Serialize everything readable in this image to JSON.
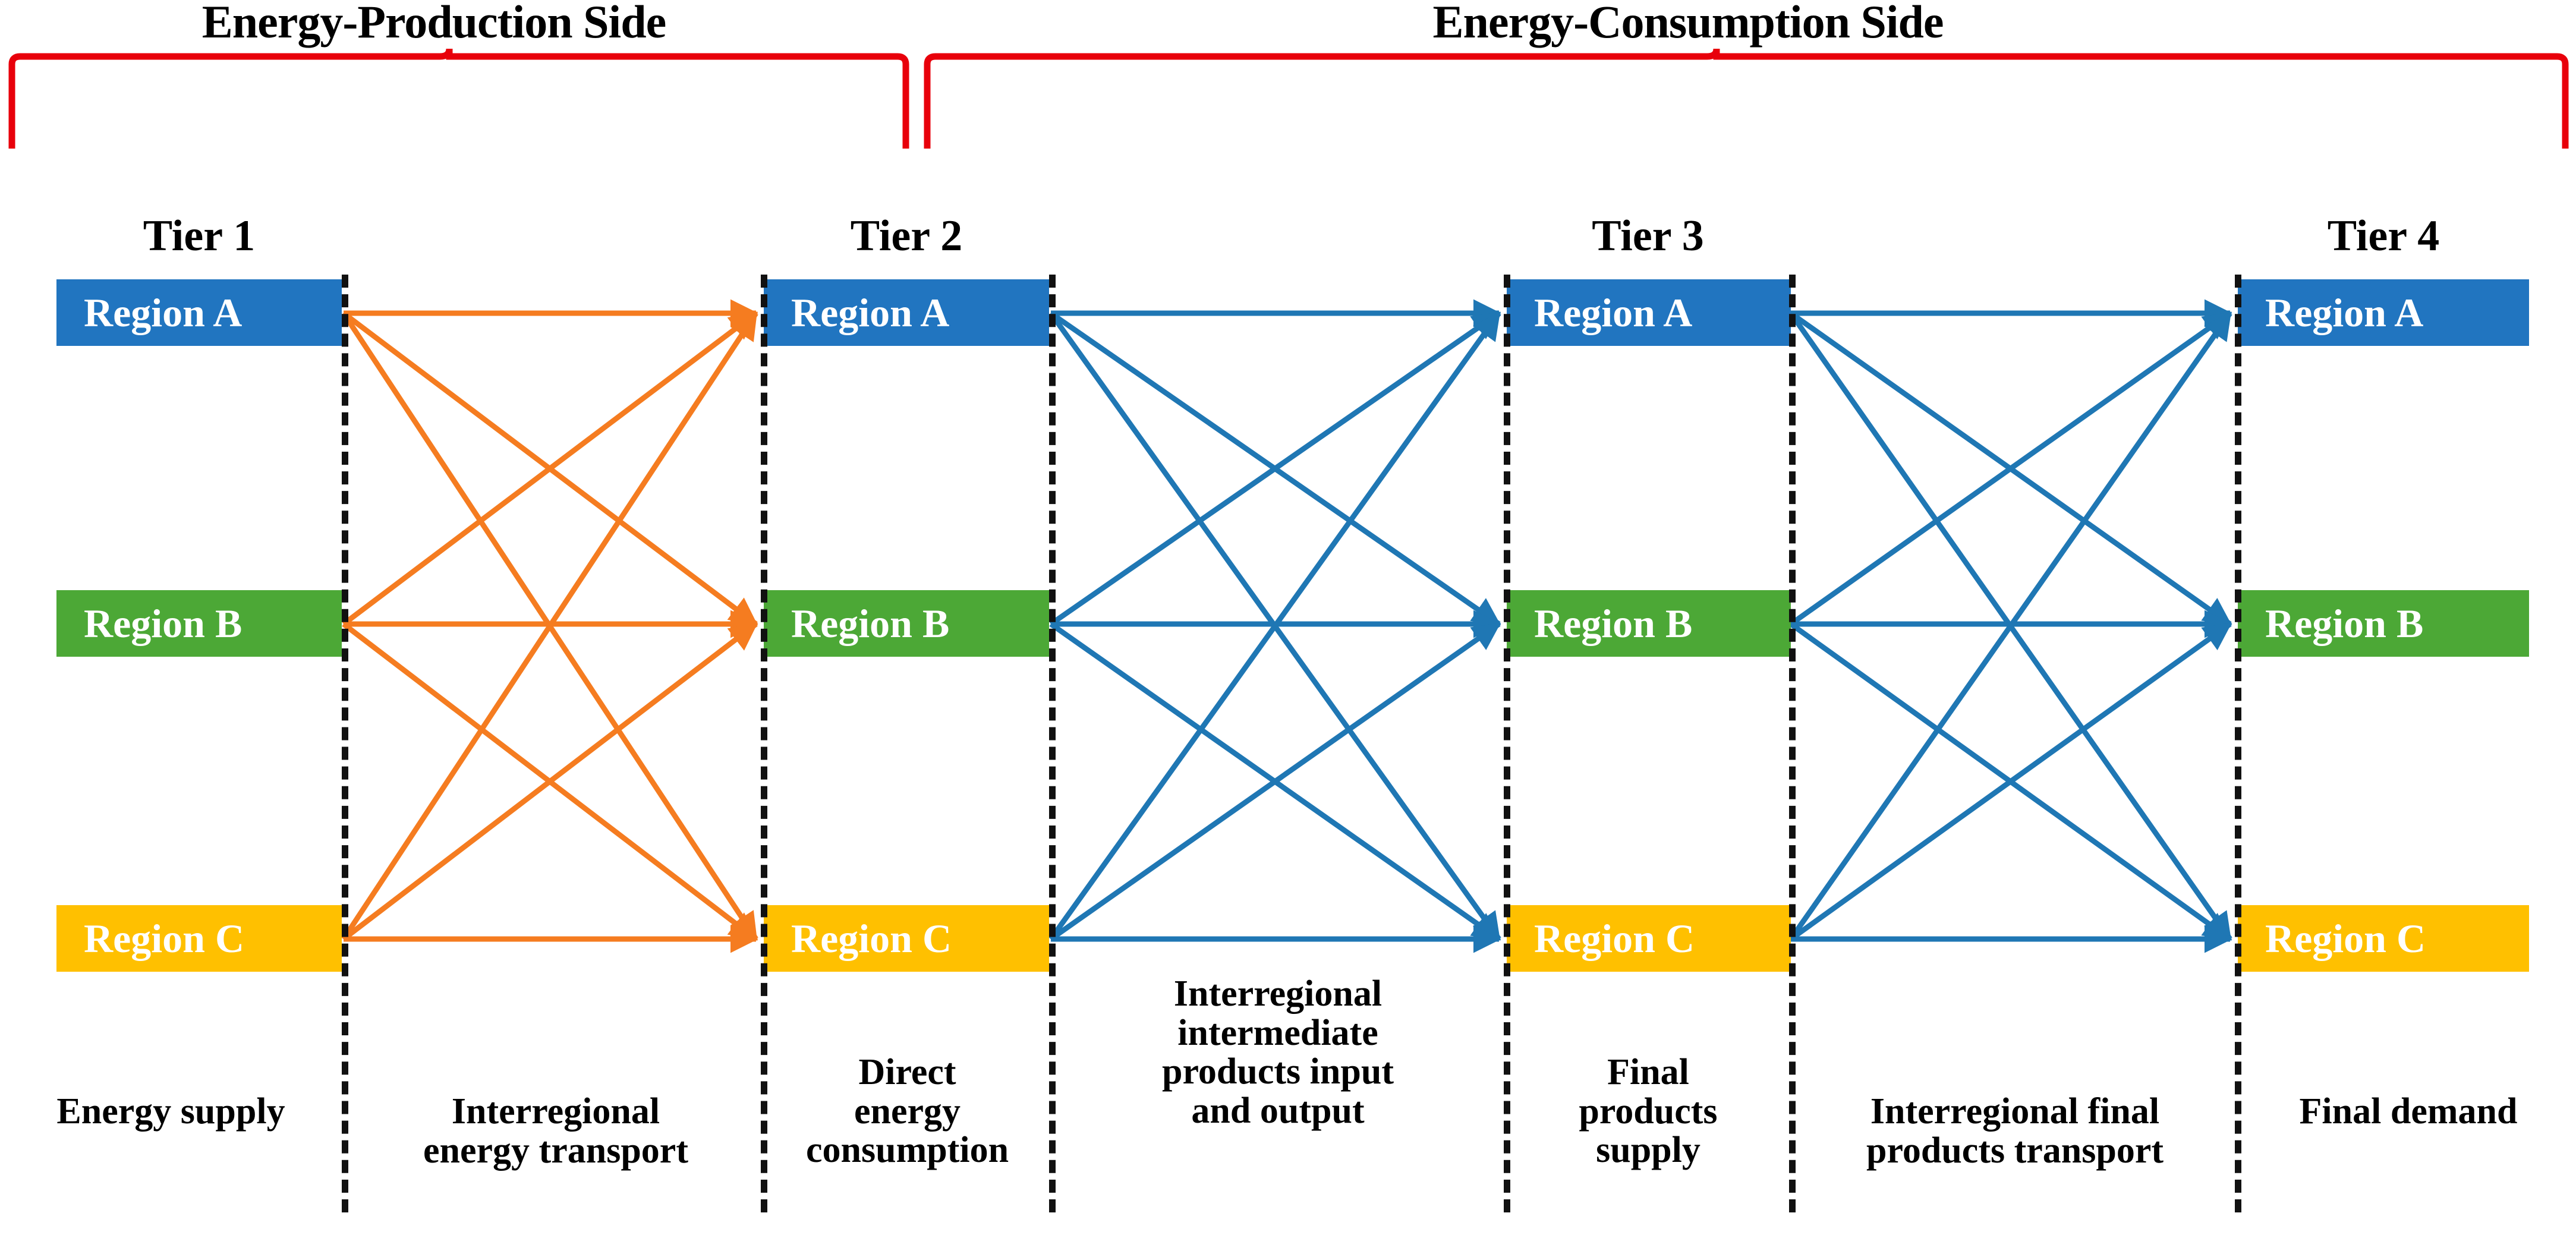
{
  "headers": {
    "production_side": "Energy-Production Side",
    "consumption_side": "Energy-Consumption Side"
  },
  "tiers": [
    {
      "id": "tier1",
      "title": "Tier 1",
      "regions": [
        "Region A",
        "Region B",
        "Region C"
      ]
    },
    {
      "id": "tier2",
      "title": "Tier 2",
      "regions": [
        "Region A",
        "Region B",
        "Region C"
      ]
    },
    {
      "id": "tier3",
      "title": "Tier 3",
      "regions": [
        "Region A",
        "Region B",
        "Region C"
      ]
    },
    {
      "id": "tier4",
      "title": "Tier 4",
      "regions": [
        "Region A",
        "Region B",
        "Region C"
      ]
    }
  ],
  "footers": [
    {
      "id": "energy-supply",
      "text": "Energy supply"
    },
    {
      "id": "interregional-energy-transport",
      "line1": "Interregional",
      "line2": "energy transport"
    },
    {
      "id": "direct-energy-consumption",
      "line1": "Direct",
      "line2": "energy",
      "line3": "consumption"
    },
    {
      "id": "interregional-intermediate-products",
      "line1": "Interregional",
      "line2": "intermediate",
      "line3": "products input",
      "line4": "and output"
    },
    {
      "id": "final-products-supply",
      "line1": "Final",
      "line2": "products",
      "line3": "supply"
    },
    {
      "id": "interregional-final-products-transport",
      "line1": "Interregional final",
      "line2": "products transport"
    },
    {
      "id": "final-demand",
      "text": "Final demand"
    }
  ],
  "colors": {
    "region_a": "#2175C0",
    "region_b": "#4CA836",
    "region_c": "#FFC000",
    "arrow_energy": "#F57C20",
    "arrow_products": "#1F77B4",
    "bracket": "#E8000B",
    "divider": "#111111"
  },
  "flows": [
    {
      "id": "tier1-to-tier2",
      "color": "#F57C20",
      "from_tier": "tier1",
      "to_tier": "tier2",
      "edges": [
        [
          "A",
          "A"
        ],
        [
          "A",
          "B"
        ],
        [
          "A",
          "C"
        ],
        [
          "B",
          "A"
        ],
        [
          "B",
          "B"
        ],
        [
          "B",
          "C"
        ],
        [
          "C",
          "A"
        ],
        [
          "C",
          "B"
        ],
        [
          "C",
          "C"
        ]
      ]
    },
    {
      "id": "tier2-to-tier3",
      "color": "#1F77B4",
      "from_tier": "tier2",
      "to_tier": "tier3",
      "edges": [
        [
          "A",
          "A"
        ],
        [
          "A",
          "B"
        ],
        [
          "A",
          "C"
        ],
        [
          "B",
          "A"
        ],
        [
          "B",
          "B"
        ],
        [
          "B",
          "C"
        ],
        [
          "C",
          "A"
        ],
        [
          "C",
          "B"
        ],
        [
          "C",
          "C"
        ]
      ]
    },
    {
      "id": "tier3-to-tier4",
      "color": "#1F77B4",
      "from_tier": "tier3",
      "to_tier": "tier4",
      "edges": [
        [
          "A",
          "A"
        ],
        [
          "A",
          "B"
        ],
        [
          "A",
          "C"
        ],
        [
          "B",
          "A"
        ],
        [
          "B",
          "B"
        ],
        [
          "B",
          "C"
        ],
        [
          "C",
          "A"
        ],
        [
          "C",
          "B"
        ],
        [
          "C",
          "C"
        ]
      ]
    }
  ]
}
